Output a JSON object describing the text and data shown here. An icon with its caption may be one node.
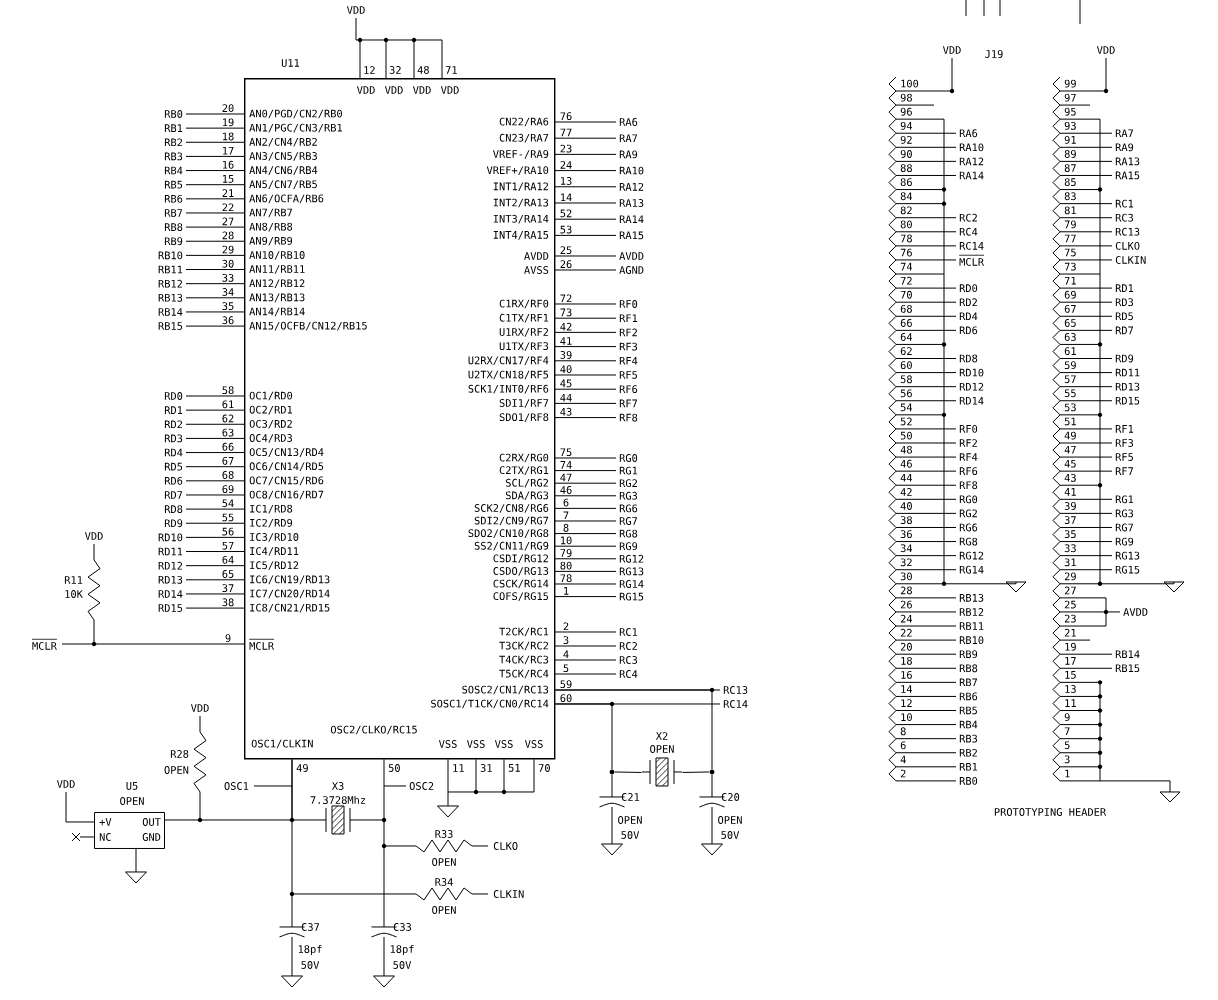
{
  "diagram": {
    "nodes": [
      {
        "text": [
          "U11"
        ]
      },
      {
        "text": [
          "U5",
          "OPEN",
          "+V",
          "OUT",
          "NC",
          "GND"
        ]
      },
      {
        "text": [],
        "shape": "ground"
      },
      {
        "text": [],
        "shape": "ground"
      },
      {
        "text": [],
        "shape": "ground"
      },
      {
        "text": [],
        "shape": "ground"
      },
      {
        "text": [],
        "shape": "ground"
      },
      {
        "text": [],
        "shape": "ground"
      },
      {
        "text": [],
        "shape": "capacitor",
        "beside": [
          "C37",
          "18pf",
          "50V"
        ]
      },
      {
        "text": [],
        "shape": "capacitor",
        "beside": [
          "C33",
          "18pf",
          "50V"
        ]
      },
      {
        "text": [],
        "shape": "capacitor",
        "beside": [
          "C21",
          "OPEN",
          "50V"
        ]
      },
      {
        "text": [],
        "shape": "capacitor",
        "beside": [
          "C20",
          "OPEN",
          "50V"
        ]
      },
      {
        "text": [],
        "shape": "crystal"
      },
      {
        "text": [],
        "shape": "dot"
      },
      {
        "text": [],
        "shape": "dot"
      }
    ],
    "edges": [
      {
        "from": 1,
        "to": 0,
        "arrow": "none"
      },
      {
        "from": 1,
        "to": 2,
        "arrow": "none"
      },
      {
        "from": 0,
        "to": 8,
        "arrow": "none"
      },
      {
        "from": 0,
        "to": 9,
        "arrow": "none"
      },
      {
        "from": 0,
        "to": 5,
        "arrow": "none"
      },
      {
        "from": 0,
        "to": 13,
        "arrow": "none"
      },
      {
        "from": 0,
        "to": 14,
        "arrow": "none"
      },
      {
        "from": 8,
        "to": 3,
        "arrow": "none"
      },
      {
        "from": 9,
        "to": 4,
        "arrow": "none"
      },
      {
        "from": 10,
        "to": 6,
        "arrow": "none"
      },
      {
        "from": 11,
        "to": 7,
        "arrow": "none"
      },
      {
        "from": 12,
        "to": 13,
        "arrow": "none"
      },
      {
        "from": 12,
        "to": 14,
        "arrow": "none"
      },
      {
        "from": 13,
        "to": 10,
        "arrow": "none"
      },
      {
        "from": 14,
        "to": 11,
        "arrow": "none"
      }
    ],
    "labels": [
      "VDD",
      "12",
      "32",
      "48",
      "71",
      "VDD",
      "VDD",
      "VDD",
      "VDD",
      "RB0",
      "20",
      "AN0/PGD/CN2/RB0",
      "RB1",
      "19",
      "AN1/PGC/CN3/RB1",
      "RB2",
      "18",
      "AN2/CN4/RB2",
      "RB3",
      "17",
      "AN3/CN5/RB3",
      "RB4",
      "16",
      "AN4/CN6/RB4",
      "RB5",
      "15",
      "AN5/CN7/RB5",
      "RB6",
      "21",
      "AN6/OCFA/RB6",
      "RB7",
      "22",
      "AN7/RB7",
      "RB8",
      "27",
      "AN8/RB8",
      "RB9",
      "28",
      "AN9/RB9",
      "RB10",
      "29",
      "AN10/RB10",
      "RB11",
      "30",
      "AN11/RB11",
      "RB12",
      "33",
      "AN12/RB12",
      "RB13",
      "34",
      "AN13/RB13",
      "RB14",
      "35",
      "AN14/RB14",
      "RB15",
      "36",
      "AN15/OCFB/CN12/RB15",
      "RD0",
      "58",
      "OC1/RD0",
      "RD1",
      "61",
      "OC2/RD1",
      "RD2",
      "62",
      "OC3/RD2",
      "RD3",
      "63",
      "OC4/RD3",
      "RD4",
      "66",
      "OC5/CN13/RD4",
      "RD5",
      "67",
      "OC6/CN14/RD5",
      "RD6",
      "68",
      "OC7/CN15/RD6",
      "RD7",
      "69",
      "OC8/CN16/RD7",
      "RD8",
      "54",
      "IC1/RD8",
      "RD9",
      "55",
      "IC2/RD9",
      "RD10",
      "56",
      "IC3/RD10",
      "RD11",
      "57",
      "IC4/RD11",
      "RD12",
      "64",
      "IC5/RD12",
      "RD13",
      "65",
      "IC6/CN19/RD13",
      "RD14",
      "37",
      "IC7/CN20/RD14",
      "RD15",
      "38",
      "IC8/CN21/RD15",
      "MCLR",
      "9",
      "MCLR",
      "VDD",
      "R11",
      "10K",
      "CN22/RA6",
      "76",
      "RA6",
      "CN23/RA7",
      "77",
      "RA7",
      "VREF-/RA9",
      "23",
      "RA9",
      "VREF+/RA10",
      "24",
      "RA10",
      "INT1/RA12",
      "13",
      "RA12",
      "INT2/RA13",
      "14",
      "RA13",
      "INT3/RA14",
      "52",
      "RA14",
      "INT4/RA15",
      "53",
      "RA15",
      "AVDD",
      "25",
      "AVDD",
      "AVSS",
      "26",
      "AGND",
      "C1RX/RF0",
      "72",
      "RF0",
      "C1TX/RF1",
      "73",
      "RF1",
      "U1RX/RF2",
      "42",
      "RF2",
      "U1TX/RF3",
      "41",
      "RF3",
      "U2RX/CN17/RF4",
      "39",
      "RF4",
      "U2TX/CN18/RF5",
      "40",
      "RF5",
      "SCK1/INT0/RF6",
      "45",
      "RF6",
      "SDI1/RF7",
      "44",
      "RF7",
      "SDO1/RF8",
      "43",
      "RF8",
      "C2RX/RG0",
      "75",
      "RG0",
      "C2TX/RG1",
      "74",
      "RG1",
      "SCL/RG2",
      "47",
      "RG2",
      "SDA/RG3",
      "46",
      "RG3",
      "SCK2/CN8/RG6",
      "6",
      "RG6",
      "SDI2/CN9/RG7",
      "7",
      "RG7",
      "SDO2/CN10/RG8",
      "8",
      "RG8",
      "SS2/CN11/RG9",
      "10",
      "RG9",
      "CSDI/RG12",
      "79",
      "RG12",
      "CSDO/RG13",
      "80",
      "RG13",
      "CSCK/RG14",
      "78",
      "RG14",
      "COFS/RG15",
      "1",
      "RG15",
      "T2CK/RC1",
      "2",
      "RC1",
      "T3CK/RC2",
      "3",
      "RC2",
      "T4CK/RC3",
      "4",
      "RC3",
      "T5CK/RC4",
      "5",
      "RC4",
      "SOSC2/CN1/RC13",
      "59",
      "RC13",
      "SOSC1/T1CK/CN0/RC14",
      "60",
      "RC14",
      "OSC2/CLKO/RC15",
      "OSC1/CLKIN",
      "VSS",
      "VSS",
      "VSS",
      "VSS",
      "49",
      "50",
      "11",
      "31",
      "51",
      "70",
      "OSC1",
      "X3",
      "OSC2",
      "7.3728Mhz",
      "VDD",
      "R28",
      "OPEN",
      "VDD",
      "R33",
      "OPEN",
      "CLKO",
      "R34",
      "OPEN",
      "CLKIN",
      "X2",
      "OPEN",
      "VDD",
      "J19",
      "VDD",
      "100",
      "98",
      "96",
      "94",
      "RA6",
      "92",
      "RA10",
      "90",
      "RA12",
      "88",
      "RA14",
      "86",
      "84",
      "82",
      "RC2",
      "80",
      "RC4",
      "78",
      "RC14",
      "76",
      "MCLR",
      "74",
      "72",
      "RD0",
      "70",
      "RD2",
      "68",
      "RD4",
      "66",
      "RD6",
      "64",
      "62",
      "RD8",
      "60",
      "RD10",
      "58",
      "RD12",
      "56",
      "RD14",
      "54",
      "52",
      "RF0",
      "50",
      "RF2",
      "48",
      "RF4",
      "46",
      "RF6",
      "44",
      "RF8",
      "42",
      "RG0",
      "40",
      "RG2",
      "38",
      "RG6",
      "36",
      "RG8",
      "34",
      "RG12",
      "32",
      "RG14",
      "30",
      "28",
      "RB13",
      "26",
      "RB12",
      "24",
      "RB11",
      "22",
      "RB10",
      "20",
      "RB9",
      "18",
      "RB8",
      "16",
      "RB7",
      "14",
      "RB6",
      "12",
      "RB5",
      "10",
      "RB4",
      "8",
      "RB3",
      "6",
      "RB2",
      "4",
      "RB1",
      "2",
      "RB0",
      "99",
      "97",
      "95",
      "93",
      "RA7",
      "91",
      "RA9",
      "89",
      "RA13",
      "87",
      "RA15",
      "85",
      "83",
      "RC1",
      "81",
      "RC3",
      "79",
      "RC13",
      "77",
      "CLKO",
      "75",
      "CLKIN",
      "73",
      "71",
      "RD1",
      "69",
      "RD3",
      "67",
      "RD5",
      "65",
      "RD7",
      "63",
      "61",
      "RD9",
      "59",
      "RD11",
      "57",
      "RD13",
      "55",
      "RD15",
      "53",
      "51",
      "RF1",
      "49",
      "RF3",
      "47",
      "RF5",
      "45",
      "RF7",
      "43",
      "41",
      "RG1",
      "39",
      "RG3",
      "37",
      "RG7",
      "35",
      "RG9",
      "33",
      "RG13",
      "31",
      "RG15",
      "29",
      "27",
      "25",
      "23",
      "21",
      "19",
      "RB14",
      "17",
      "RB15",
      "15",
      "13",
      "11",
      "9",
      "7",
      "5",
      "3",
      "1",
      "AVDD",
      "PROTOTYPING HEADER"
    ]
  }
}
